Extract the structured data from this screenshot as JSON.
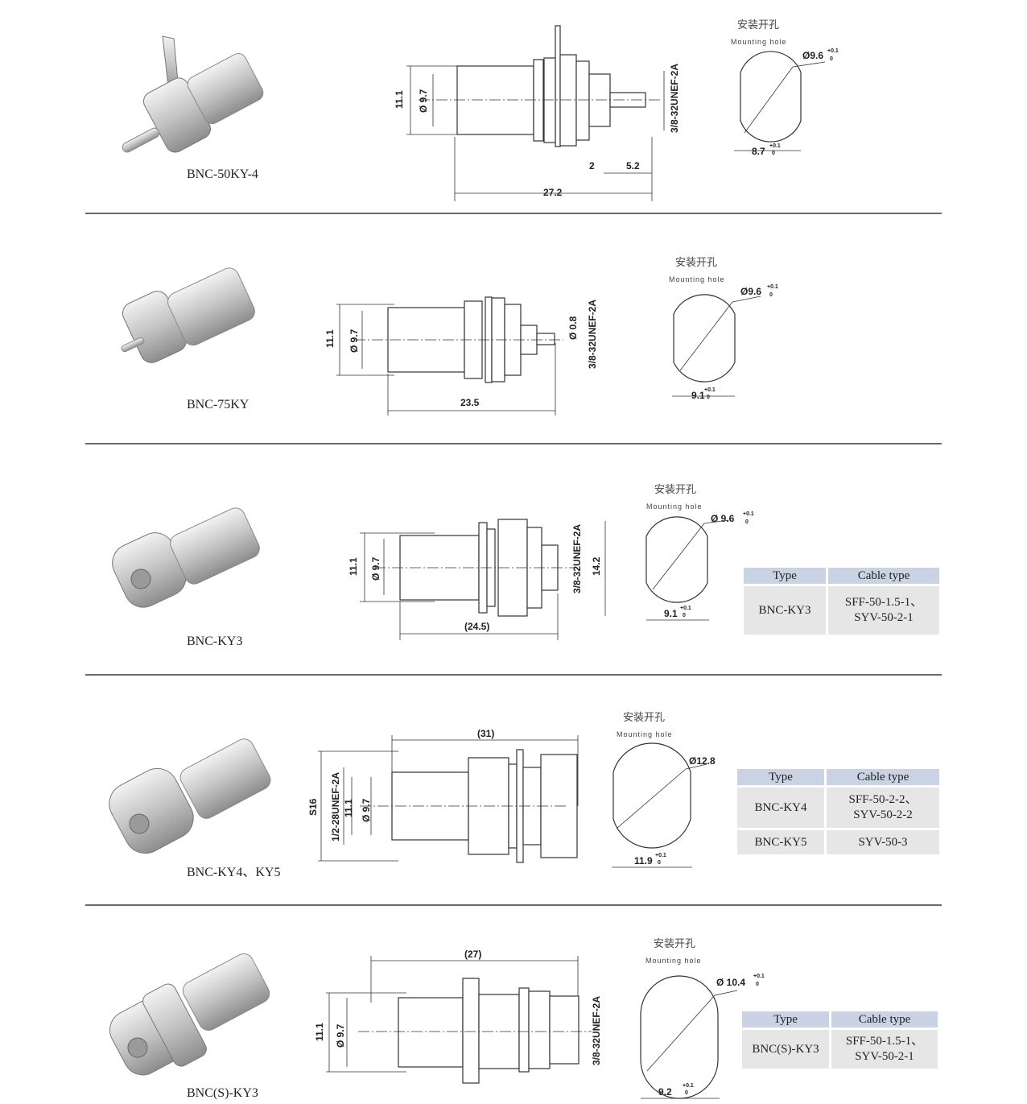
{
  "mounting_hole": {
    "cn": "安装开孔",
    "en": "Mounting hole"
  },
  "table_headers": {
    "type": "Type",
    "cable": "Cable type"
  },
  "sections": [
    {
      "model": "BNC-50KY-4",
      "dims": {
        "height": "11.1",
        "dia": "Ø 9.7",
        "thread": "3/8-32UNEF-2A",
        "d1": "2",
        "d2": "5.2",
        "length": "27.2"
      },
      "hole": {
        "dia": "Ø9.6",
        "flat": "8.7",
        "tol_top": "+0.1",
        "tol_bot": "0"
      }
    },
    {
      "model": "BNC-75KY",
      "dims": {
        "height": "11.1",
        "dia": "Ø 9.7",
        "pin": "Ø 0.8",
        "thread": "3/8-32UNEF-2A",
        "length": "23.5"
      },
      "hole": {
        "dia": "Ø9.6",
        "flat": "9.1",
        "tol_top": "+0.1",
        "tol_bot": "0"
      }
    },
    {
      "model": "BNC-KY3",
      "dims": {
        "height": "11.1",
        "dia": "Ø 9.7",
        "thread": "3/8-32UNEF-2A",
        "hex": "14.2",
        "length": "(24.5)"
      },
      "hole": {
        "dia": "Ø 9.6",
        "flat": "9.1",
        "tol_top": "+0.1",
        "tol_bot": "0"
      },
      "table": [
        {
          "type": "BNC-KY3",
          "cable": [
            "SFF-50-1.5-1、",
            "SYV-50-2-1"
          ]
        }
      ]
    },
    {
      "model": "BNC-KY4、KY5",
      "dims": {
        "s": "S16",
        "thread": "1/2-28UNEF-2A",
        "height": "11.1",
        "dia": "Ø 9.7",
        "length": "(31)"
      },
      "hole": {
        "dia": "Ø12.8",
        "flat": "11.9",
        "tol_top": "+0.1",
        "tol_bot": "0"
      },
      "table": [
        {
          "type": "BNC-KY4",
          "cable": [
            "SFF-50-2-2、",
            "SYV-50-2-2"
          ]
        },
        {
          "type": "BNC-KY5",
          "cable": [
            "SYV-50-3"
          ]
        }
      ]
    },
    {
      "model": "BNC(S)-KY3",
      "dims": {
        "height": "11.1",
        "dia": "Ø 9.7",
        "thread": "3/8-32UNEF-2A",
        "length": "(27)"
      },
      "hole": {
        "dia": "Ø 10.4",
        "flat": "9.2",
        "tol_top": "+0.1",
        "tol_bot": "0"
      },
      "table": [
        {
          "type": "BNC(S)-KY3",
          "cable": [
            "SFF-50-1.5-1、",
            "SYV-50-2-1"
          ]
        }
      ]
    }
  ]
}
